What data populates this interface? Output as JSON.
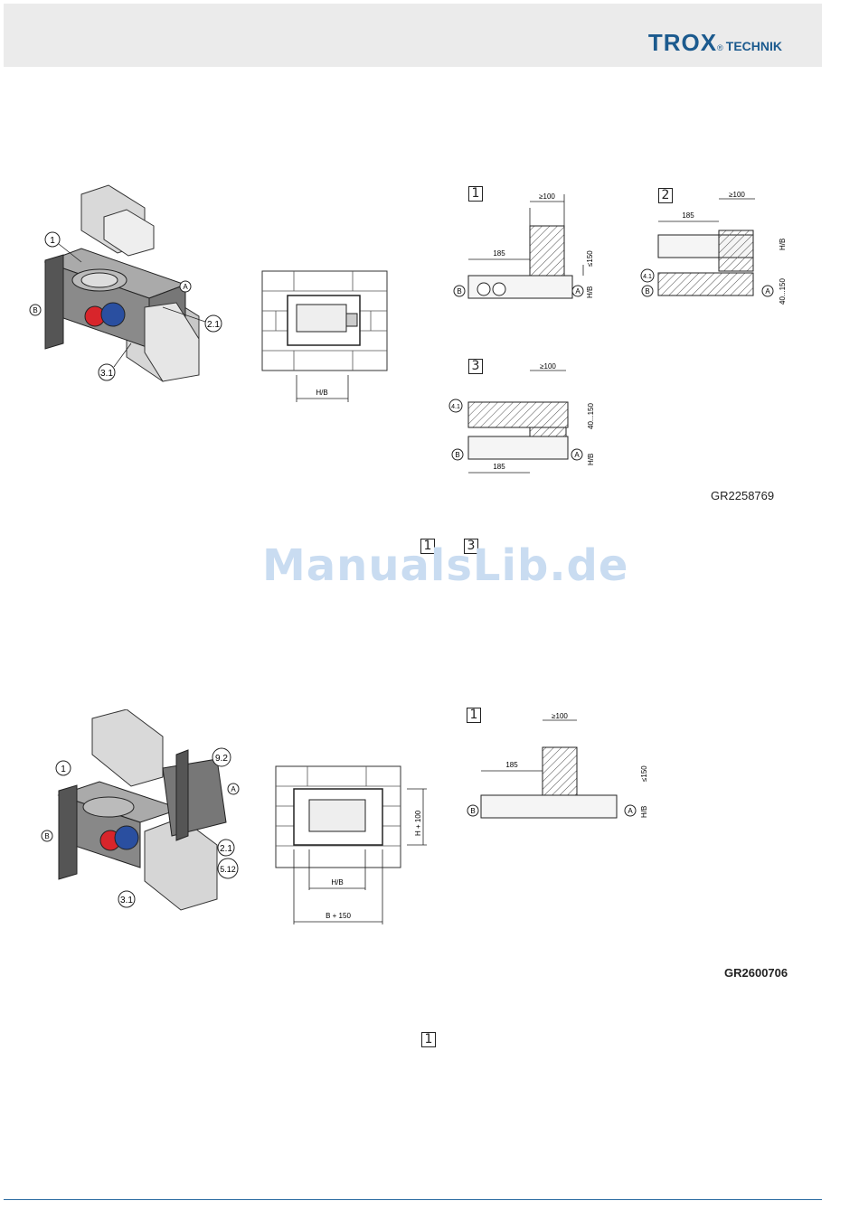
{
  "header": {
    "logo_main": "TROX",
    "logo_registered": "®",
    "logo_sub": "TECHNIK"
  },
  "figure1": {
    "iso_callouts": [
      "1",
      "2.1",
      "3.1"
    ],
    "side_markers": [
      "A",
      "B"
    ],
    "front_dimension": "H/B",
    "details": [
      {
        "num": "1",
        "dims": [
          "≥100",
          "185",
          "≤150",
          "H/B"
        ]
      },
      {
        "num": "2",
        "dims": [
          "≥100",
          "185",
          "H/B",
          "40...150"
        ],
        "callout": "4.1"
      },
      {
        "num": "3",
        "dims": [
          "≥100",
          "185",
          "40...150",
          "H/B"
        ],
        "callout": "4.1"
      }
    ],
    "code": "GR2258769",
    "ref_boxes": [
      "1",
      "3"
    ]
  },
  "watermark": "ManualsLib.de",
  "figure2": {
    "iso_callouts": [
      "1",
      "9.2",
      "2.1",
      "5.12",
      "3.1"
    ],
    "side_markers": [
      "A",
      "B"
    ],
    "front_dimensions": [
      "H/B",
      "B + 150",
      "H + 100"
    ],
    "details": [
      {
        "num": "1",
        "dims": [
          "≥100",
          "185",
          "≤150",
          "H/B"
        ]
      }
    ],
    "code": "GR2600706",
    "ref_boxes": [
      "1"
    ]
  },
  "colors": {
    "brand": "#1b5a8e",
    "header_bg": "#ebebeb",
    "watermark": "#c9dcf1"
  }
}
